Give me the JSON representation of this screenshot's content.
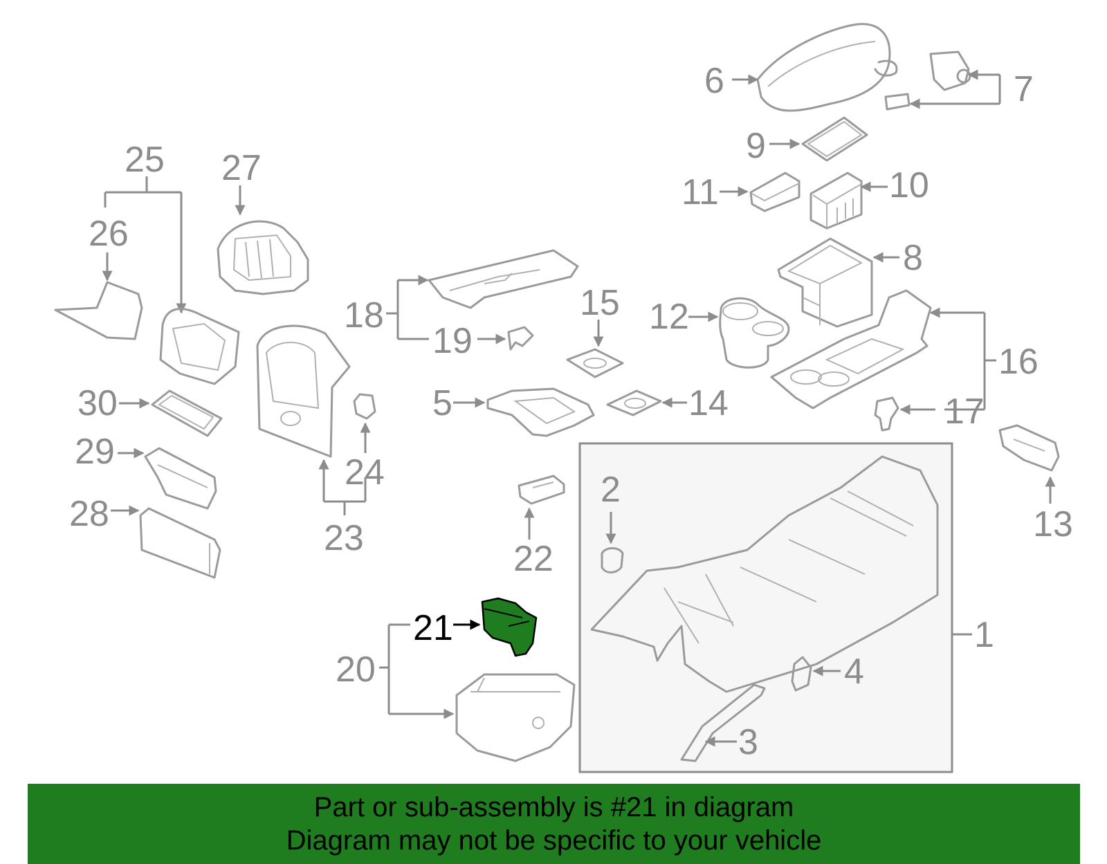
{
  "callouts": {
    "c1": "1",
    "c2": "2",
    "c3": "3",
    "c4": "4",
    "c5": "5",
    "c6": "6",
    "c7": "7",
    "c8": "8",
    "c9": "9",
    "c10": "10",
    "c11": "11",
    "c12": "12",
    "c13": "13",
    "c14": "14",
    "c15": "15",
    "c16": "16",
    "c17": "17",
    "c18": "18",
    "c19": "19",
    "c20": "20",
    "c21": "21",
    "c22": "22",
    "c23": "23",
    "c24": "24",
    "c25": "25",
    "c26": "26",
    "c27": "27",
    "c28": "28",
    "c29": "29",
    "c30": "30"
  },
  "highlighted_part": "21",
  "colors": {
    "highlight": "#1f7d1f",
    "line": "#9a9a9a",
    "banner": "#1f7d1f"
  },
  "banner": {
    "line1": "Part or sub-assembly is #21 in diagram",
    "line2": "Diagram may not be specific to your vehicle"
  }
}
